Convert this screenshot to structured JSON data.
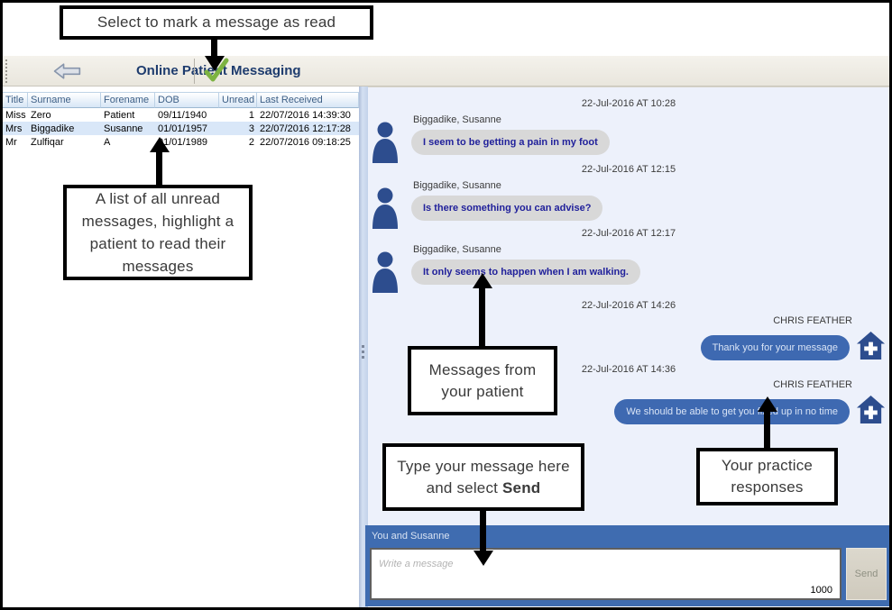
{
  "annotations": {
    "mark_read": {
      "text": "Select to mark a message as read"
    },
    "unread_list": {
      "text": "A list of all unread messages, highlight a patient to read their messages"
    },
    "patient_messages": {
      "text": "Messages from your patient"
    },
    "type_message": {
      "text": "Type your message here and select ",
      "bold": "Send"
    },
    "practice_responses": {
      "text": "Your practice responses"
    }
  },
  "toolbar": {
    "title": "Online Patient Messaging"
  },
  "patient_table": {
    "columns": [
      "Title",
      "Surname",
      "Forename",
      "DOB",
      "Unread",
      "Last Received"
    ],
    "rows": [
      {
        "title": "Miss",
        "surname": "Zero",
        "forename": "Patient",
        "dob": "09/11/1940",
        "unread": "1",
        "last_received": "22/07/2016 14:39:30"
      },
      {
        "title": "Mrs",
        "surname": "Biggadike",
        "forename": "Susanne",
        "dob": "01/01/1957",
        "unread": "3",
        "last_received": "22/07/2016 12:17:28"
      },
      {
        "title": "Mr",
        "surname": "Zulfiqar",
        "forename": "A",
        "dob": "01/01/1989",
        "unread": "2",
        "last_received": "22/07/2016 09:18:25"
      }
    ]
  },
  "chat": {
    "messages": [
      {
        "direction": "incoming",
        "timestamp": "22-Jul-2016 AT 10:28",
        "sender": "Biggadike, Susanne",
        "text": "I seem to be getting a pain in my foot"
      },
      {
        "direction": "incoming",
        "timestamp": "22-Jul-2016 AT 12:15",
        "sender": "Biggadike, Susanne",
        "text": "Is there something you can advise?"
      },
      {
        "direction": "incoming",
        "timestamp": "22-Jul-2016 AT 12:17",
        "sender": "Biggadike, Susanne",
        "text": "It only seems to happen when I am walking."
      },
      {
        "direction": "outgoing",
        "timestamp": "22-Jul-2016 AT 14:26",
        "sender": "CHRIS FEATHER",
        "text": "Thank you for your message"
      },
      {
        "direction": "outgoing",
        "timestamp": "22-Jul-2016 AT 14:36",
        "sender": "CHRIS FEATHER",
        "text": "We should be able to get you fixed up in no time"
      }
    ]
  },
  "composer": {
    "header": "You and Susanne",
    "placeholder": "Write a message",
    "char_limit": "1000",
    "send_label": "Send"
  },
  "colors": {
    "accent_blue": "#3f6cb0",
    "bubble_incoming": "#d8d8d8",
    "bubble_outgoing": "#3e69b1",
    "incoming_text": "#21219b",
    "avatar_navy": "#2d4d8e",
    "check_green": "#7db342",
    "selected_row": "#d9e7f8",
    "chat_background": "#edf1fb"
  }
}
